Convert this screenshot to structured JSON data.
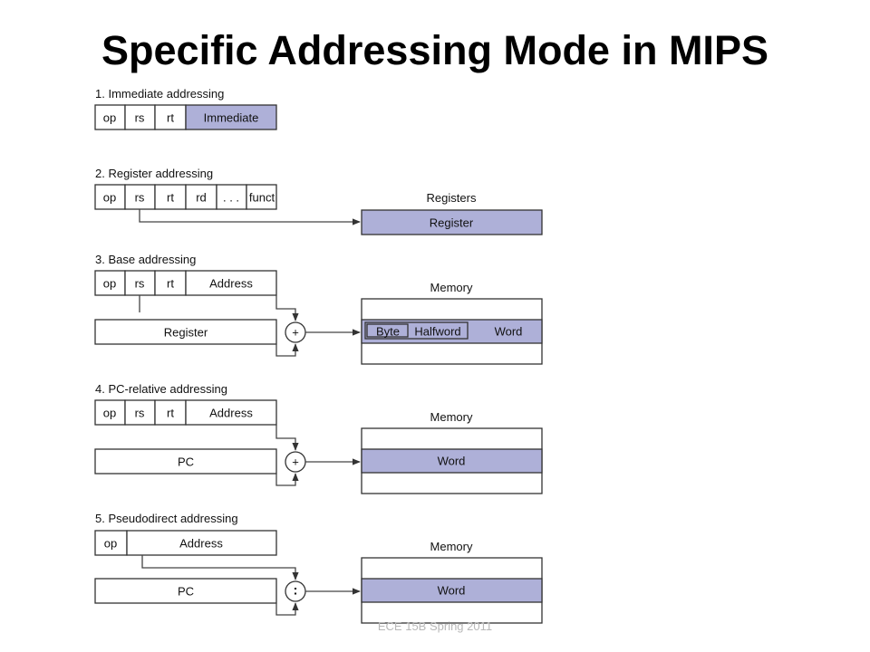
{
  "title": "Specific Addressing Mode in MIPS",
  "footer": "ECE 15B Spring 2011",
  "modes": [
    {
      "heading": "1.  Immediate addressing",
      "fields": [
        "op",
        "rs",
        "rt",
        "Immediate"
      ]
    },
    {
      "heading": "2.  Register addressing",
      "fields": [
        "op",
        "rs",
        "rt",
        "rd",
        ". . .",
        "funct"
      ],
      "target_header": "Registers",
      "target_row": "Register"
    },
    {
      "heading": "3.  Base addressing",
      "fields": [
        "op",
        "rs",
        "rt",
        "Address"
      ],
      "source_box": "Register",
      "operator": "+",
      "target_header": "Memory",
      "target_row": [
        "Byte",
        "Halfword",
        "Word"
      ]
    },
    {
      "heading": "4.  PC-relative addressing",
      "fields": [
        "op",
        "rs",
        "rt",
        "Address"
      ],
      "source_box": "PC",
      "operator": "+",
      "target_header": "Memory",
      "target_row": "Word"
    },
    {
      "heading": "5.  Pseudodirect addressing",
      "fields": [
        "op",
        "Address"
      ],
      "source_box": "PC",
      "operator": ":",
      "target_header": "Memory",
      "target_row": "Word"
    }
  ],
  "colors": {
    "highlight": "#aeb0d8",
    "outline": "#333333",
    "footer_text": "#b8b8b8"
  }
}
